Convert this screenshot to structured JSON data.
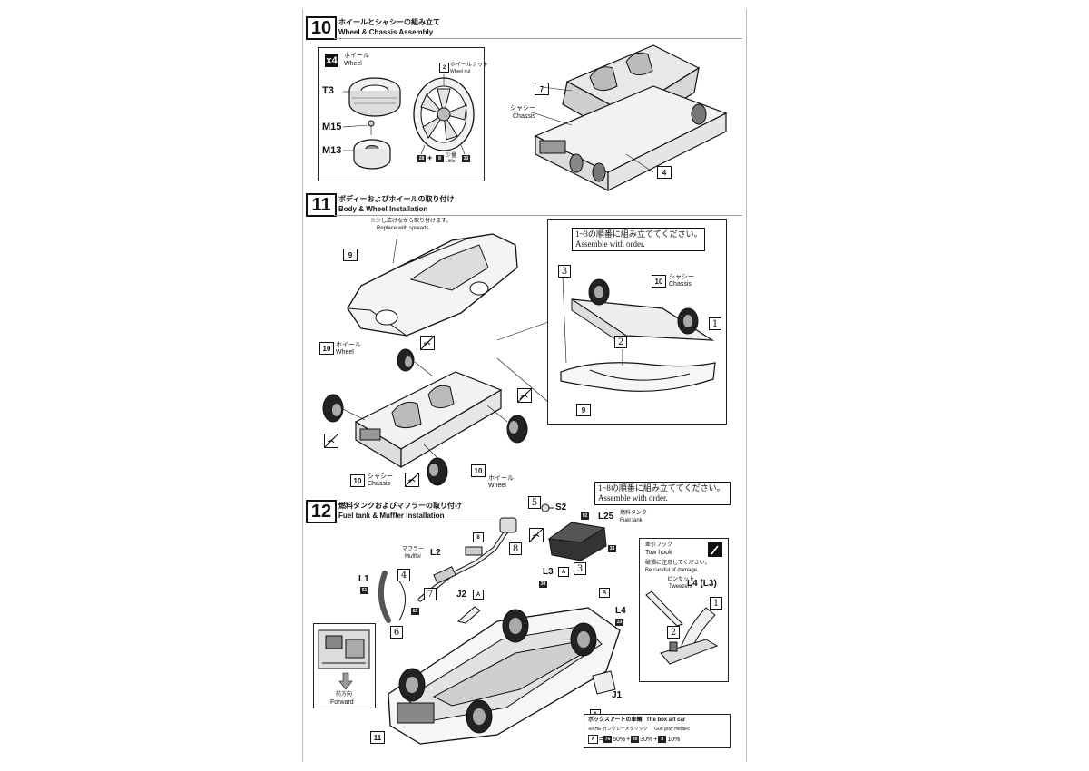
{
  "steps": {
    "s10": {
      "num": "10",
      "title_jp": "ホイールとシャシーの組み立て",
      "title_en": "Wheel & Chassis Assembly",
      "wheel_box": {
        "qty": "x4",
        "wheel_jp": "ホイール",
        "wheel_en": "Wheel",
        "t3": "T3",
        "m15": "M15",
        "m13": "M13",
        "nut_ref": "2",
        "nut_jp": "ホイールナット",
        "nut_en": "Wheel nut",
        "paint_a": "28",
        "plus": "+",
        "paint_b": "8",
        "ratio_jp": "少量",
        "ratio_en": "Little",
        "paint_c": "33"
      },
      "chassis_ref": "7",
      "chassis_jp": "シャシー",
      "chassis_en": "Chassis",
      "part_ref": "4"
    },
    "s11": {
      "num": "11",
      "title_jp": "ボディーおよびホイールの取り付け",
      "title_en": "Body & Wheel Installation",
      "note_jp": "※少し広げながら取り付けます。",
      "note_en": "Replace with spreads.",
      "body_ref": "9",
      "wheel_ref": "10",
      "wheel_jp": "ホイール",
      "wheel_en": "Wheel",
      "chassis_ref": "10",
      "chassis_jp": "シャシー",
      "chassis_en": "Chassis",
      "wheel2_ref": "10",
      "wheel2_jp": "ホイール",
      "wheel2_en": "Wheel",
      "detail": {
        "order_jp": "1~3の順番に組み立ててください。",
        "order_en": "Assemble with order.",
        "o3": "3",
        "o1": "1",
        "o2": "2",
        "chassis_ref": "10",
        "chassis_jp": "シャシー",
        "chassis_en": "Chassis",
        "body_ref": "9"
      }
    },
    "s12": {
      "num": "12",
      "title_jp": "燃料タンクおよびマフラーの取り付け",
      "title_en": "Fuel tank & Muffler Installation",
      "order_jp": "1~8の順番に組み立ててください。",
      "order_en": "Assemble with order.",
      "o5": "5",
      "s2": "S2",
      "ref8": "8",
      "o8": "8",
      "paint92": "92",
      "l25": "L25",
      "tank_jp": "燃料タンク",
      "tank_en": "Fuel tank",
      "paint33a": "33",
      "o3": "3",
      "muffler_jp": "マフラー",
      "muffler_en": "Muffler",
      "l2": "L2",
      "l1": "L1",
      "o4": "4",
      "paint61a": "61",
      "paint61b": "61",
      "o7": "7",
      "o6": "6",
      "j2": "J2",
      "refA1": "A",
      "l3": "L3",
      "refA2": "A",
      "paint33b": "33",
      "refA3": "A",
      "l4": "L4",
      "paint33c": "33",
      "j1": "J1",
      "refA4": "A",
      "forward_jp": "前方向",
      "forward_en": "Forward",
      "body_ref": "11",
      "tow": {
        "jp": "牽引フック",
        "en": "Tow hook",
        "care_jp": "破損に注意してください。",
        "care_en": "Be careful of damage.",
        "tool_jp": "ピンセット",
        "tool_en": "Tweezers",
        "part": "L4 (L3)",
        "o1": "1",
        "o2": "2"
      },
      "boxart": {
        "title_jp": "ボックスアートの車輌",
        "title_en": "The box art car",
        "color_jp": "※KHE ガングレーメタリック",
        "color_en": "Gun gray metallic",
        "mix_a": "A",
        "eq": "=",
        "p1": "76",
        "pct1": "60%",
        "plus1": "+",
        "p2": "80",
        "pct2": "30%",
        "plus2": "+",
        "p3": "8",
        "pct3": "10%"
      }
    }
  }
}
